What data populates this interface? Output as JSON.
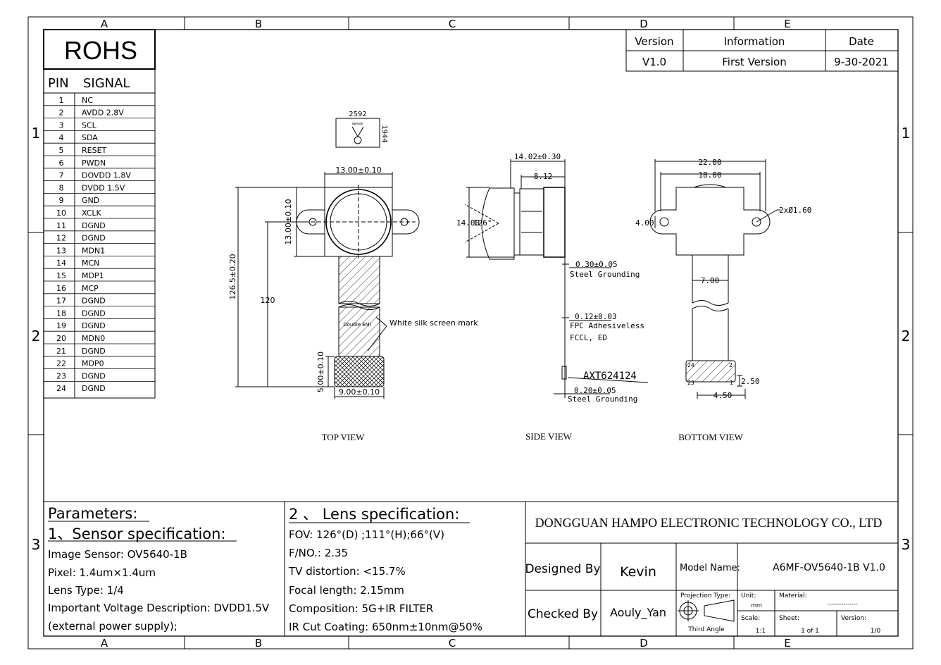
{
  "border": {
    "columns": [
      "A",
      "B",
      "C",
      "D",
      "E"
    ],
    "rows": [
      "1",
      "2",
      "3"
    ]
  },
  "rohs": {
    "label": "ROHS"
  },
  "pin_table": {
    "headers": [
      "PIN",
      "SIGNAL"
    ],
    "rows": [
      [
        "1",
        "NC"
      ],
      [
        "2",
        "AVDD 2.8V"
      ],
      [
        "3",
        "SCL"
      ],
      [
        "4",
        "SDA"
      ],
      [
        "5",
        "RESET"
      ],
      [
        "6",
        "PWDN"
      ],
      [
        "7",
        "DOVDD 1.8V"
      ],
      [
        "8",
        "DVDD 1.5V"
      ],
      [
        "9",
        "GND"
      ],
      [
        "10",
        "XCLK"
      ],
      [
        "11",
        "DGND"
      ],
      [
        "12",
        "DGND"
      ],
      [
        "13",
        "MDN1"
      ],
      [
        "14",
        "MCN"
      ],
      [
        "15",
        "MDP1"
      ],
      [
        "16",
        "MCP"
      ],
      [
        "17",
        "DGND"
      ],
      [
        "18",
        "DGND"
      ],
      [
        "19",
        "DGND"
      ],
      [
        "20",
        "MDN0"
      ],
      [
        "21",
        "DGND"
      ],
      [
        "22",
        "MDP0"
      ],
      [
        "23",
        "DGND"
      ],
      [
        "24",
        "DGND"
      ]
    ]
  },
  "version_table": {
    "headers": [
      "Version",
      "Information",
      "Date"
    ],
    "row": [
      "V1.0",
      "First Version",
      "9-30-2021"
    ]
  },
  "sensor_icon": {
    "width_px": "2592",
    "height_px": "1944",
    "caption": "sensor"
  },
  "top_view": {
    "label": "TOP VIEW",
    "dim_width": "13.00±0.10",
    "dim_height": "13.00±0.10",
    "dim_total": "126.5±0.20",
    "dim_120": "120",
    "dim_conn_h": "5.00±0.10",
    "dim_conn_w": "9.00±0.10",
    "emi": "Double EMI",
    "silk_note": "White silk screen mark"
  },
  "side_view": {
    "label": "SIDE VIEW",
    "dim_total": "14.02±0.30",
    "dim_812": "8.12",
    "dim_h": "14.00",
    "angle": "126°",
    "steel1_val": "0.30±0.05",
    "steel1_text": "Steel Grounding",
    "fpc_val": "0.12±0.03",
    "fpc_text1": "FPC Adhesiveless",
    "fpc_text2": "FCCL, ED",
    "connector": "AXT624124",
    "steel2_val": "0.20±0.05",
    "steel2_text": "Steel Grounding"
  },
  "bottom_view": {
    "label": "BOTTOM VIEW",
    "dim_22": "22.00",
    "dim_18": "18.00",
    "dim_hole": "2xØ1.60",
    "dim_400": "4.00",
    "dim_700": "7.00",
    "dim_250": "2.50",
    "dim_450": "4.50",
    "pin24": "24",
    "pin2": "2",
    "pin23": "23",
    "pin1": "1"
  },
  "params": {
    "title": "Parameters:",
    "sensor_title": "1、Sensor specification:",
    "lines": [
      "Image Sensor: OV5640-1B",
      "Pixel: 1.4um×1.4um",
      "Lens Type: 1/4",
      "Important Voltage Description: DVDD1.5V",
      "(external power supply);"
    ]
  },
  "lens": {
    "title": "2 、 Lens specification:",
    "lines": [
      "FOV: 126°(D) ;111°(H);66°(V)",
      "F/NO.: 2.35",
      "TV distortion: <15.7%",
      "Focal length: 2.15mm",
      "Composition: 5G+IR FILTER",
      "IR Cut Coating: 650nm±10nm@50%"
    ]
  },
  "title_block": {
    "company": "DONGGUAN HAMPO ELECTRONIC TECHNOLOGY CO., LTD",
    "designed_label": "Designed By",
    "designed_value": "Kevin",
    "checked_label": "Checked By",
    "checked_value": "Aouly_Yan",
    "model_label": "Model Name:",
    "model_value": "A6MF-OV5640-1B V1.0",
    "projection_label": "Projection Type:",
    "projection_value": "Third Angle",
    "unit_label": "Unit:",
    "unit_value": "mm",
    "material_label": "Material:",
    "material_value": "---------------",
    "scale_label": "Scale:",
    "scale_value": "1:1",
    "sheet_label": "Sheet:",
    "sheet_value": "1 of 1",
    "version_label": "Version:",
    "version_value": "1/0"
  }
}
